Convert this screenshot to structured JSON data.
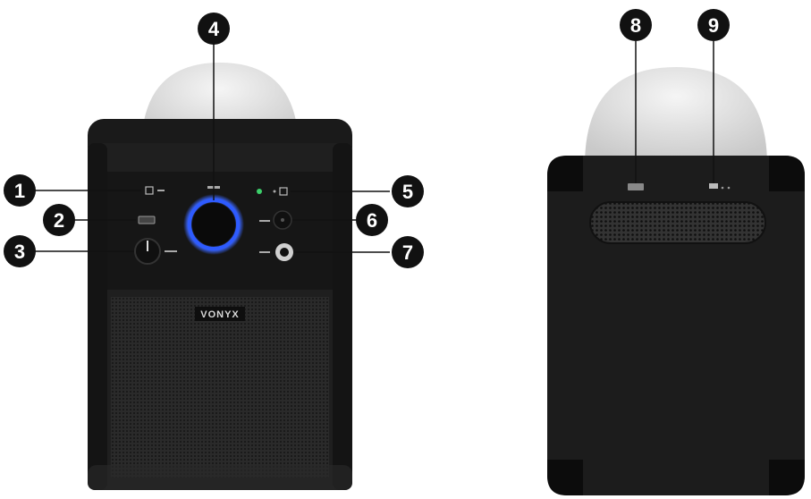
{
  "front": {
    "brand_label": "VONYX"
  },
  "callouts": [
    {
      "id": "1"
    },
    {
      "id": "2"
    },
    {
      "id": "3"
    },
    {
      "id": "4"
    },
    {
      "id": "5"
    },
    {
      "id": "6"
    },
    {
      "id": "7"
    },
    {
      "id": "8"
    },
    {
      "id": "9"
    }
  ],
  "colors": {
    "body": "#1c1c1c",
    "dome": "#e6e6e6",
    "ring": "#2e5bff",
    "callout": "#111111"
  }
}
